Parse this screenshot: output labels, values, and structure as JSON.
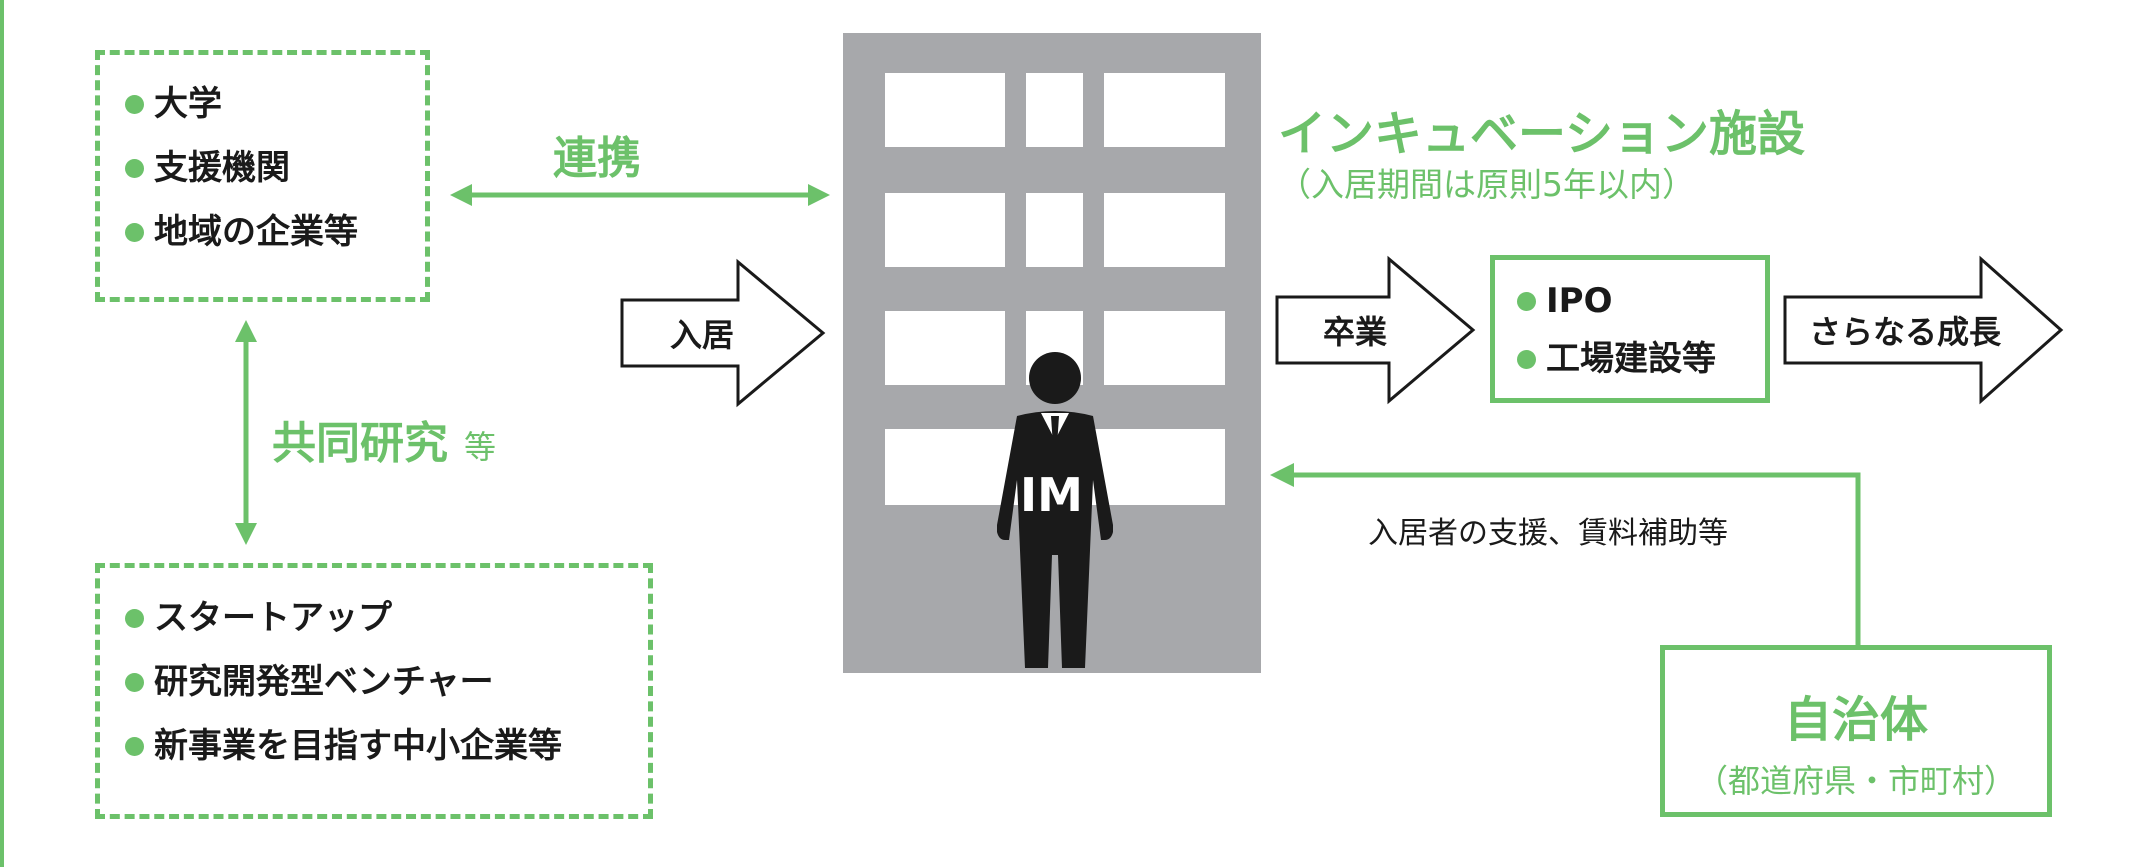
{
  "colors": {
    "accent_green": "#6cc16a",
    "building_gray": "#a7a8ab",
    "text_dark": "#1a1a1a",
    "silhouette": "#1a1a1a"
  },
  "partners": {
    "items": [
      "大学",
      "支援機関",
      "地域の企業等"
    ]
  },
  "collaboration_label": "連携",
  "joint_research": {
    "main": "共同研究",
    "suffix": "等"
  },
  "startups": {
    "items": [
      "スタートアップ",
      "研究開発型ベンチャー",
      "新事業を目指す中小企業等"
    ]
  },
  "move_in_label": "入居",
  "facility": {
    "title": "インキュベーション施設",
    "subtitle": "（入居期間は原則5年以内）"
  },
  "manager_label": "IM",
  "graduation_label": "卒業",
  "outcomes": {
    "items": [
      "IPO",
      "工場建設等"
    ]
  },
  "growth_label": "さらなる成長",
  "support_label": "入居者の支援、賃料補助等",
  "municipality": {
    "title": "自治体",
    "subtitle": "（都道府県・市町村）"
  }
}
